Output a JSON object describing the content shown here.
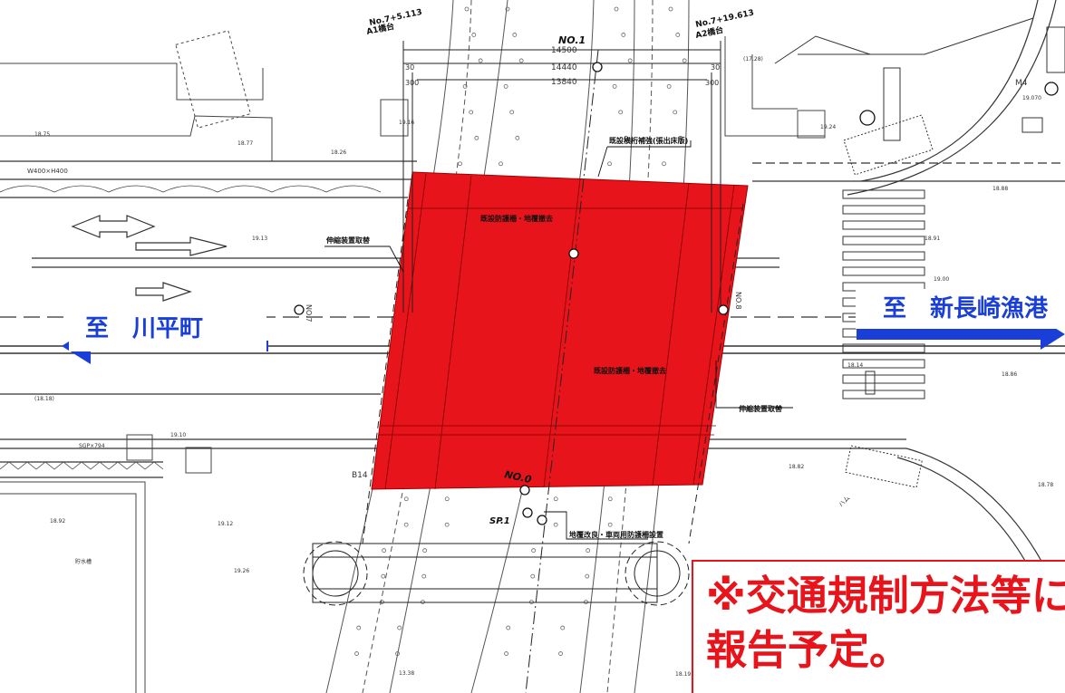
{
  "direction_labels": {
    "left": "至　川平町",
    "right": "至　新長崎漁港"
  },
  "notice": {
    "line1": "※交通規制方法等に",
    "line2": "報告予定。"
  },
  "drawing": {
    "station_a1": "No.7+5.113",
    "abutment_a1": "A1橋台",
    "station_a2": "No.7+19.613",
    "abutment_a2": "A2橋台",
    "section_no1": "NO.1",
    "dim_total": "14500",
    "dim_mid": "14440",
    "dim_inner": "13840",
    "dim_left_30": "30",
    "dim_right_30": "30",
    "dim_left_300": "300",
    "dim_right_300": "300",
    "section_no0": "NO.0",
    "sp1": "SP.1",
    "no7_left": "NO.7",
    "no8_right": "NO.8",
    "b14": "B14",
    "note_existing_railing": "既設横桁補強(張出床版)",
    "note_railing_replace_top": "既設防護柵・地覆撤去",
    "note_expansion_left": "伸縮装置取替",
    "note_railing_replace_mid": "既設防護柵・地覆撤去",
    "note_expansion_right": "伸縮装置取替",
    "note_bottom": "地覆改良・車両用防護柵設置",
    "culvert": "W400×H400",
    "pipe": "SGP×794",
    "area_label": "貯水槽",
    "bench": "ハム",
    "m4": "M4",
    "elev": [
      "19.070",
      "18.75",
      "18.77",
      "18.26",
      "19.13",
      "19.24",
      "18.88",
      "18.91",
      "19.00",
      "18.86",
      "18.82",
      "18.78",
      "19.10",
      "19.12",
      "19.26",
      "18.92",
      "(18.18)",
      "(17.28)",
      "13.38",
      "18.19",
      "19.16",
      "18.14"
    ]
  }
}
